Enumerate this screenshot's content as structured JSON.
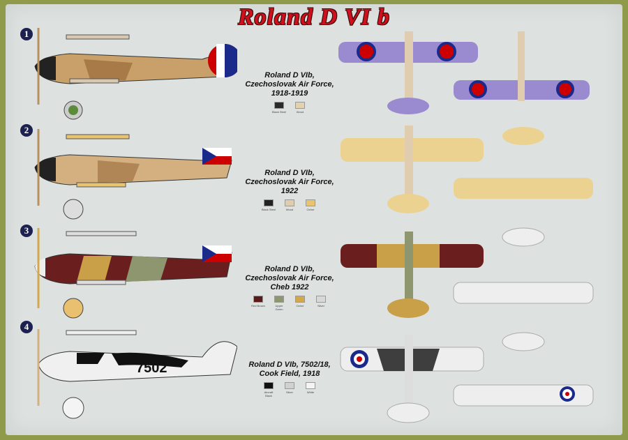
{
  "title": "Roland D VI b",
  "schemes": [
    {
      "number": "1",
      "caption": [
        "Roland D VIb,",
        "Czechoslovak Air Force,",
        "1918-1919"
      ],
      "swatches": [
        {
          "label": "Black Steel",
          "color": "#2a2a2a"
        },
        {
          "label": "Wood",
          "color": "#e2d2b0"
        }
      ]
    },
    {
      "number": "2",
      "caption": [
        "Roland D VIb,",
        "Czechoslovak Air Force,",
        "1922"
      ],
      "swatches": [
        {
          "label": "Black Steel",
          "color": "#222"
        },
        {
          "label": "Wood",
          "color": "#e0cdb0"
        },
        {
          "label": "Ochre",
          "color": "#e8c470"
        }
      ]
    },
    {
      "number": "3",
      "caption": [
        "Roland D VIb,",
        "Czechoslovak Air Force,",
        "Cheb 1922"
      ],
      "swatches": [
        {
          "label": "Red Brown",
          "color": "#5a1a1a"
        },
        {
          "label": "Upper Green",
          "color": "#8e9670"
        },
        {
          "label": "Ochre",
          "color": "#d4a84a"
        },
        {
          "label": "Silver",
          "color": "#d8d8d8"
        }
      ]
    },
    {
      "number": "4",
      "caption": [
        "Roland D VIb, 7502/18,",
        "Cook Field, 1918"
      ],
      "swatches": [
        {
          "label": "Aircraft Black",
          "color": "#111"
        },
        {
          "label": "Silver",
          "color": "#d0d0d0"
        },
        {
          "label": "White",
          "color": "#f4f4f4"
        }
      ]
    }
  ],
  "serial_marking": "7502",
  "colors": {
    "title_red": "#d0101c",
    "frame": "#8f9a4a",
    "panel": "#dde2e0"
  }
}
